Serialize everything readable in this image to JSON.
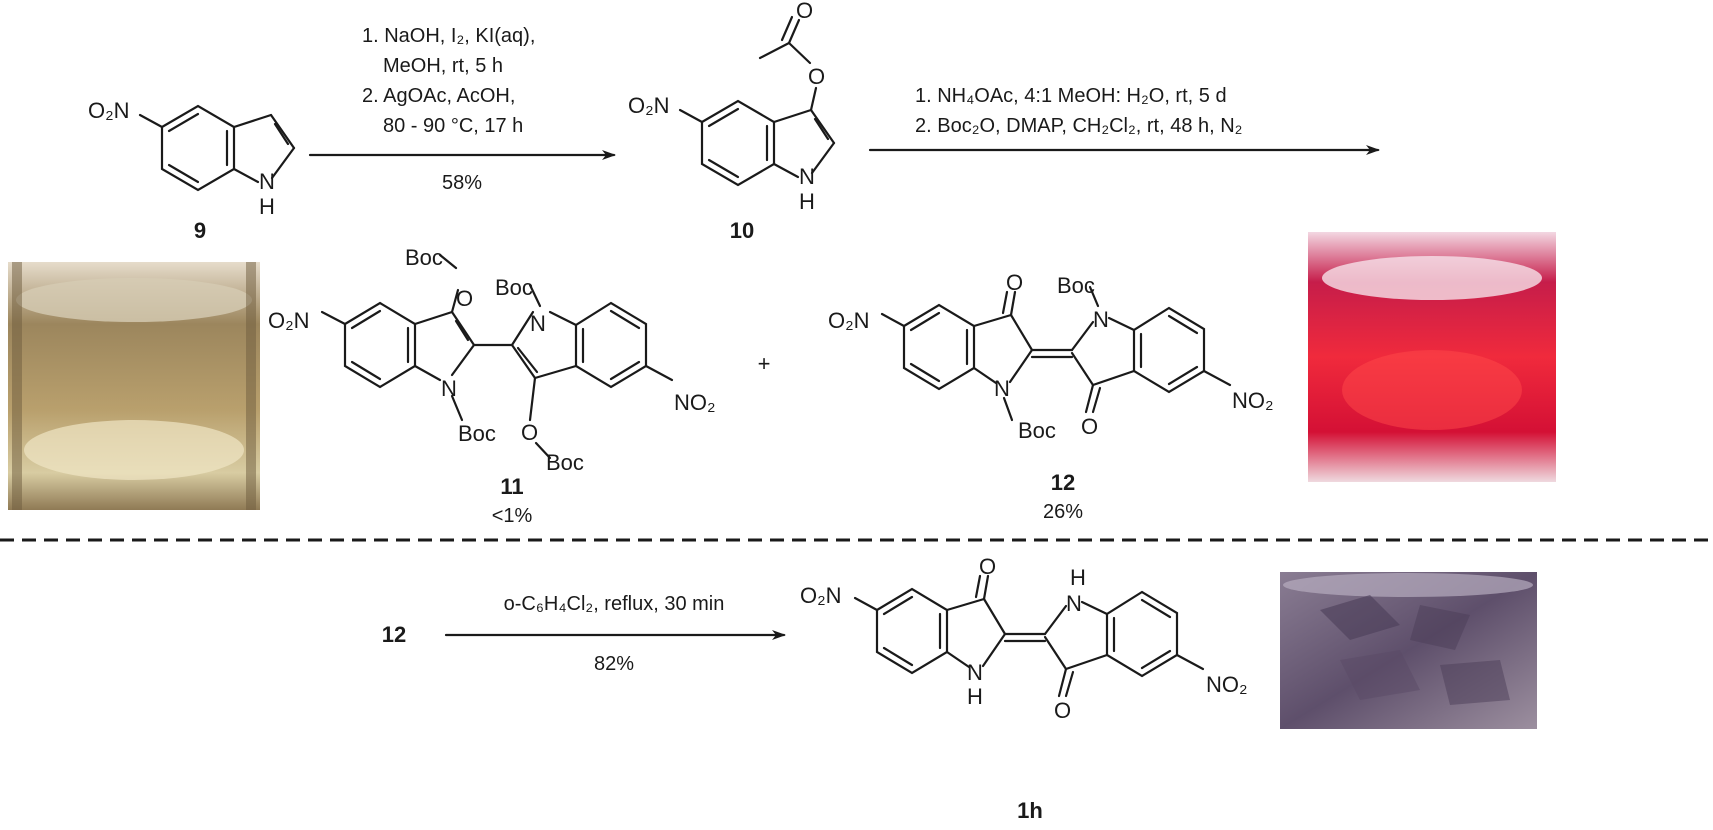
{
  "compounds": {
    "c9": {
      "label": "9",
      "nitro": "O₂N",
      "nh_h": "H",
      "nh_n": "N"
    },
    "c10": {
      "label": "10",
      "nitro": "O₂N",
      "nh_n": "N",
      "nh_h": "H",
      "ester_o": "O",
      "carbonyl_o": "O"
    },
    "c11": {
      "label": "11",
      "yield": "<1%",
      "boc": "Boc",
      "o": "O",
      "n": "N",
      "nitro_left": "O₂N",
      "nitro_right": "NO₂"
    },
    "c12": {
      "label": "12",
      "yield": "26%",
      "boc": "Boc",
      "o": "O",
      "n": "N",
      "nitro_left": "O₂N",
      "nitro_right": "NO₂"
    },
    "c1h": {
      "label": "1h",
      "o": "O",
      "n": "N",
      "h": "H",
      "nitro_left": "O₂N",
      "nitro_right": "NO₂"
    }
  },
  "steps": {
    "step1": {
      "line1": "1. NaOH, I₂, KI(aq),",
      "line2": "MeOH, rt, 5 h",
      "line3": "2. AgOAc, AcOH,",
      "line4": "80 - 90 °C, 17 h",
      "yield": "58%"
    },
    "step2": {
      "line1": "1. NH₄OAc, 4:1 MeOH: H₂O, rt, 5 d",
      "line2": "2. Boc₂O, DMAP, CH₂Cl₂, rt, 48 h, N₂"
    },
    "step3": {
      "start": "12",
      "conditions": "o-C₆H₄Cl₂, reflux, 30 min",
      "yield": "82%"
    }
  },
  "plus": "+",
  "photos": {
    "yellow_vial": {
      "color": "#b59a6a"
    },
    "red_vial": {
      "color": "#d8123a"
    },
    "purple_solid": {
      "color": "#6e5e78"
    }
  }
}
